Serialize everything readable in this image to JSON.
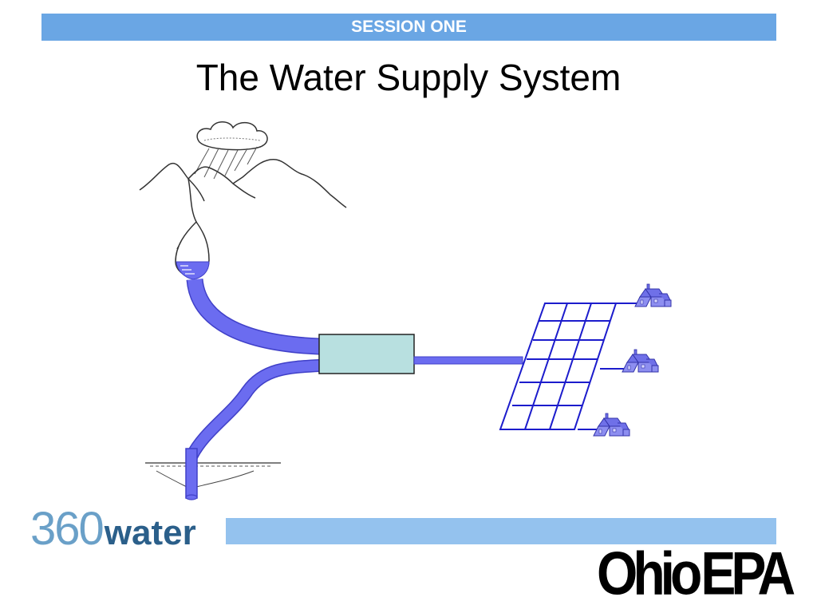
{
  "header": {
    "session_label": "SESSION ONE"
  },
  "slide": {
    "title": "The Water Supply System"
  },
  "footer": {
    "brand_number": "360",
    "brand_word": "water",
    "logo_left": "Ohio",
    "logo_right": "EPA"
  },
  "colors": {
    "session_bar": "#6aa6e4",
    "footer_bar": "#94c2ee",
    "pipe": "#6b6cf0",
    "pipe_outline": "#4040c8",
    "treatment_plant": "#b8e0e0",
    "grid": "#1c1ccc",
    "house": "#6f70e8",
    "leaf": "#44bb44"
  }
}
